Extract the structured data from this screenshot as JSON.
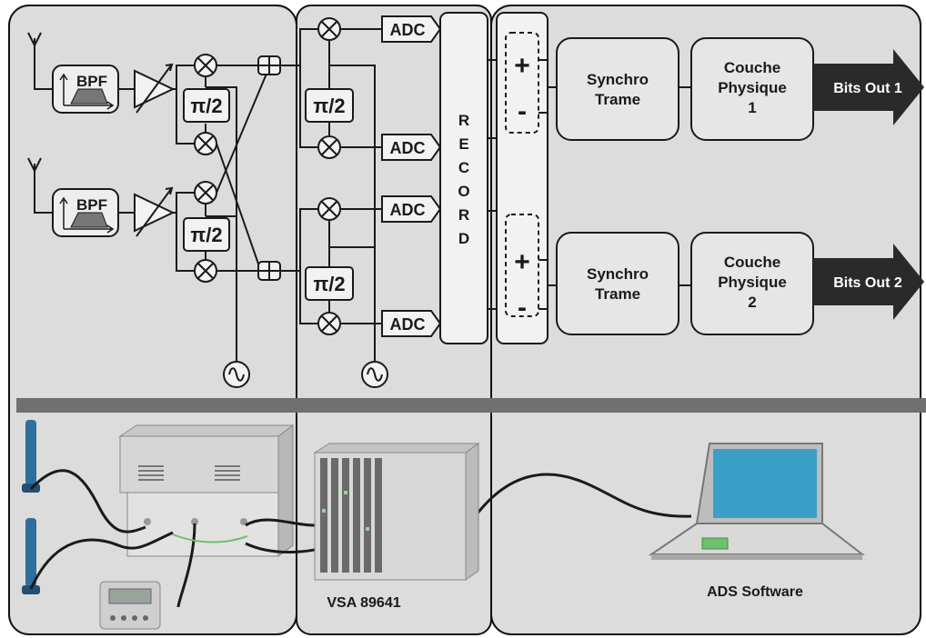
{
  "blocks": {
    "bpf": "BPF",
    "phase_shift": "π/2",
    "adc": "ADC",
    "record_letters": [
      "R",
      "E",
      "C",
      "O",
      "R",
      "D"
    ],
    "plus": "+",
    "minus": "-",
    "synchro_line1": "Synchro",
    "synchro_line2": "Trame",
    "couche_line1": "Couche",
    "couche_line2": "Physique",
    "couche1_num": "1",
    "couche2_num": "2"
  },
  "outputs": {
    "bits_out_1": "Bits Out 1",
    "bits_out_2": "Bits Out 2"
  },
  "captions": {
    "vsa": "VSA 89641",
    "ads": "ADS Software"
  },
  "colors": {
    "panel_bg": "#dcdcdc",
    "divider": "#707070",
    "arrow": "#2a2a2a",
    "screen": "#3aa0c8",
    "antenna": "#2f6f9e"
  }
}
